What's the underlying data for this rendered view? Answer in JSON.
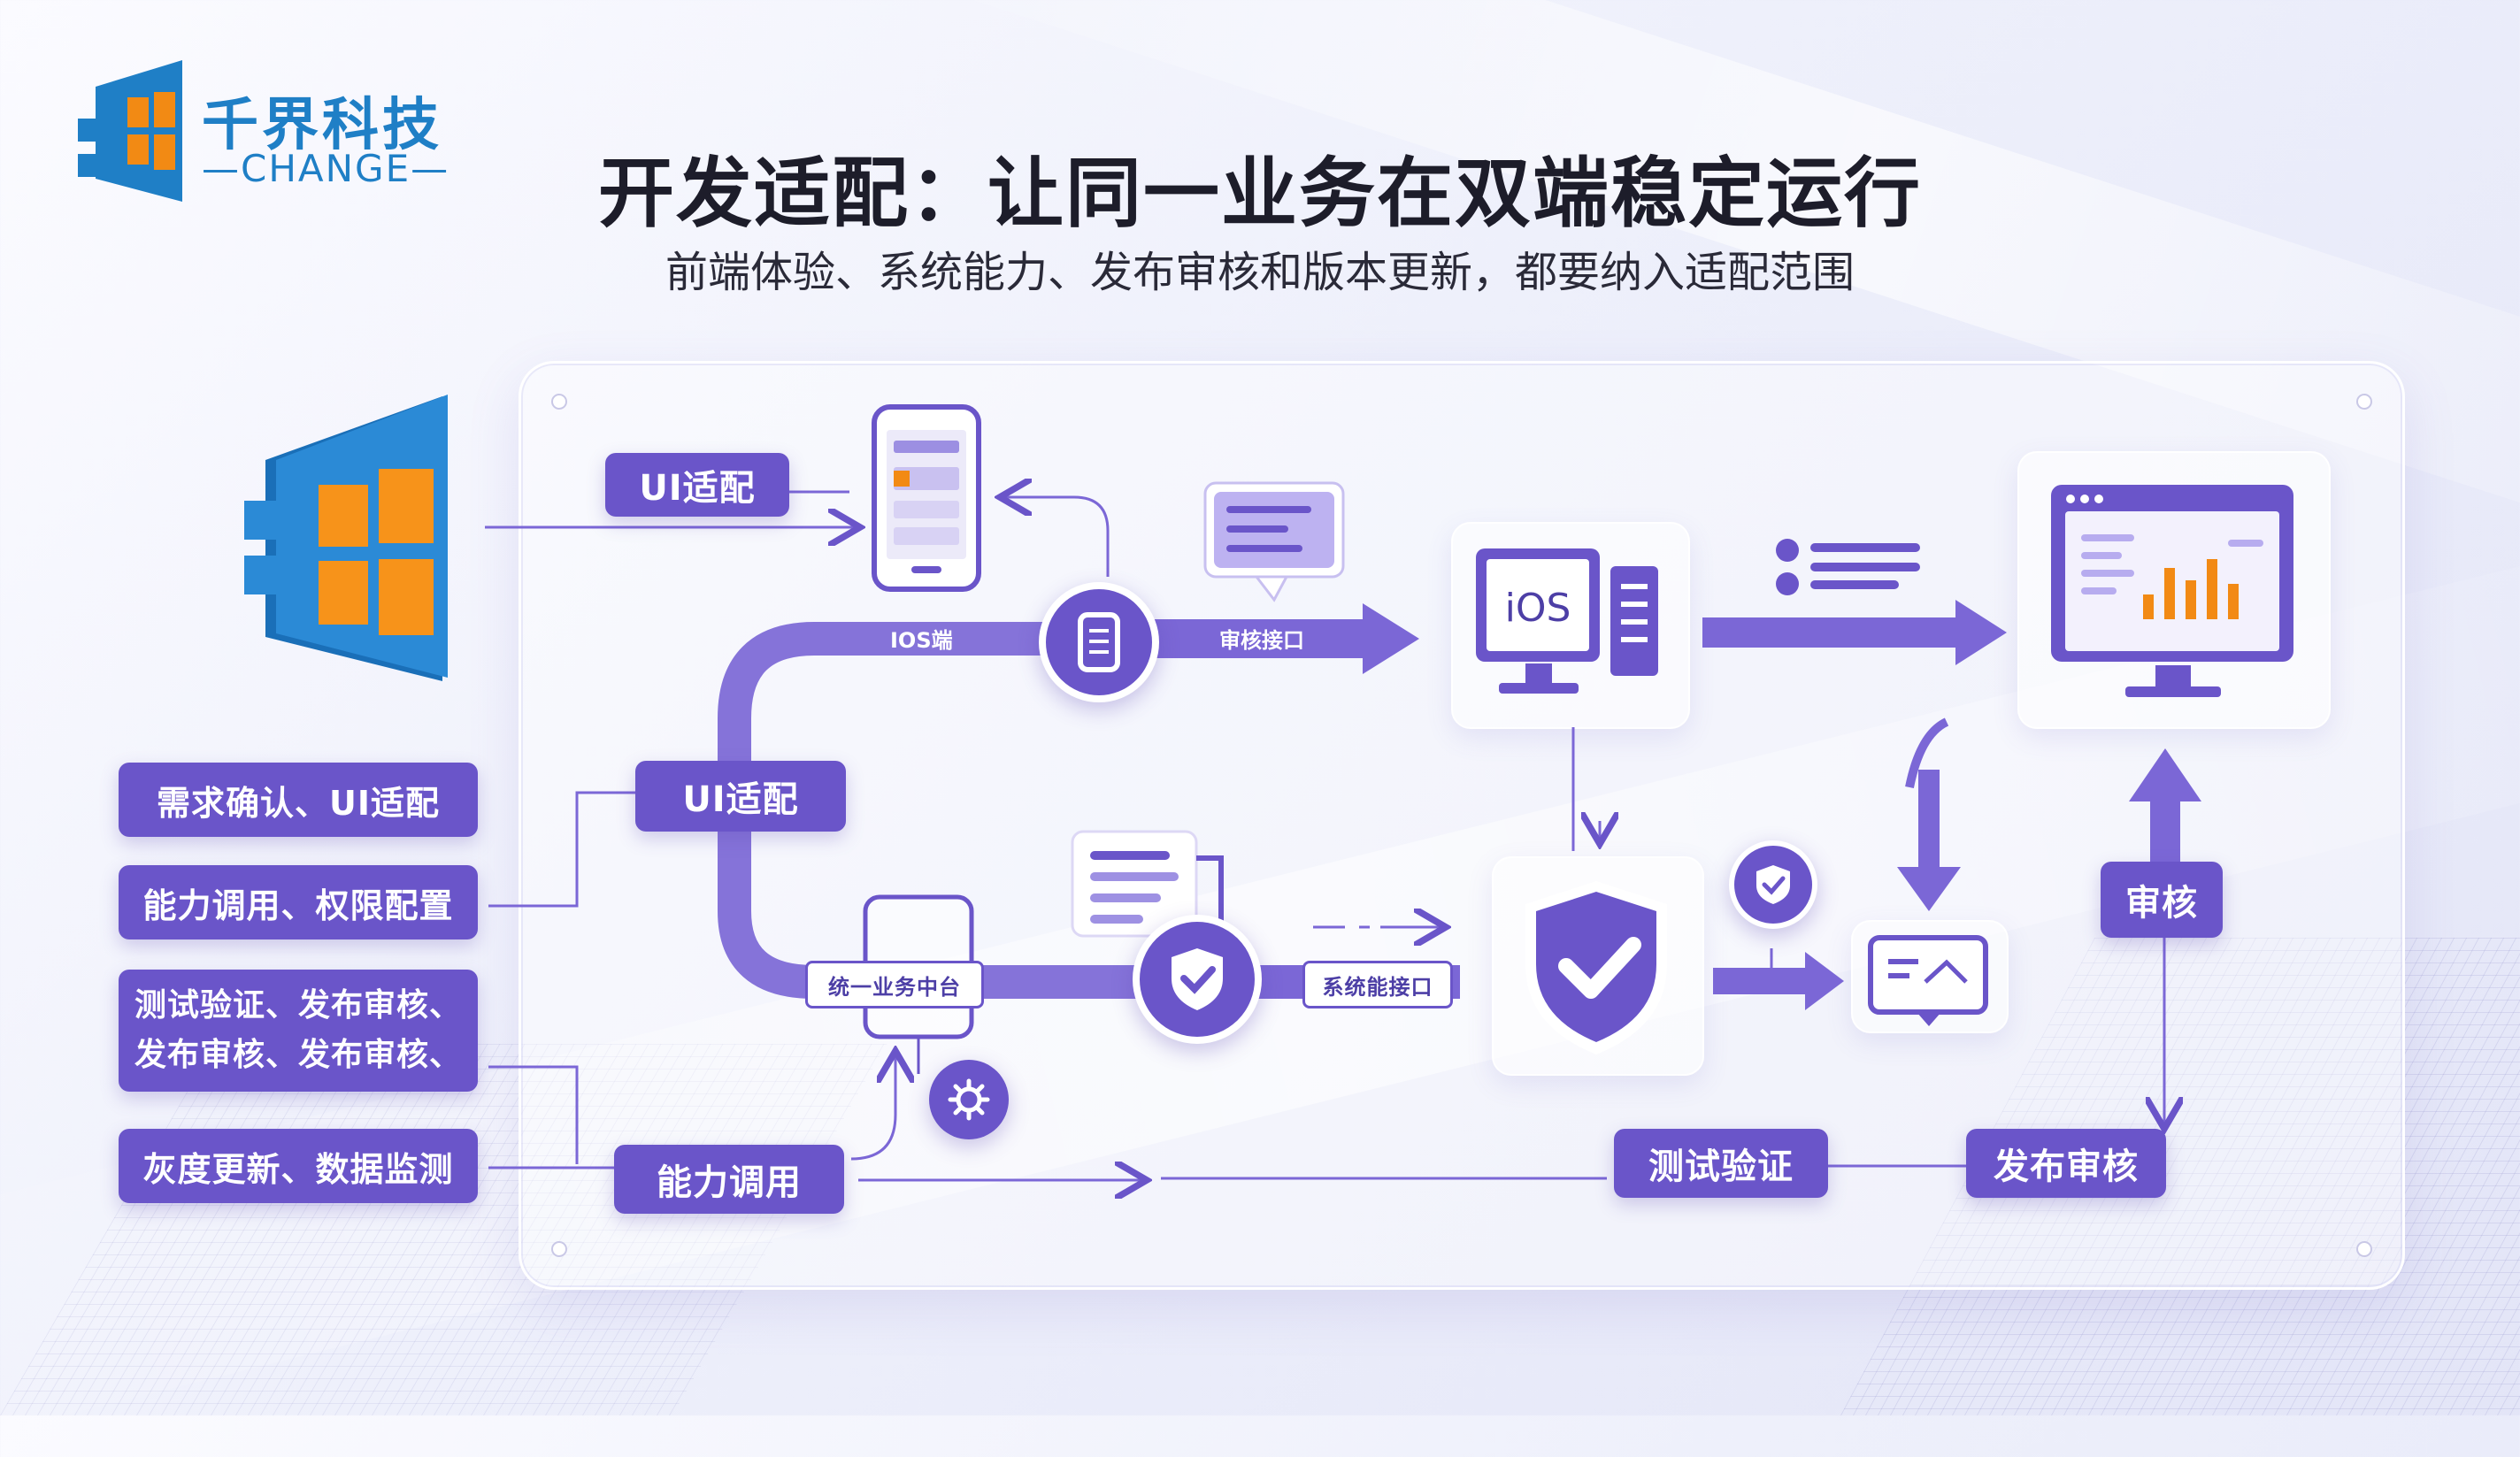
{
  "brand": {
    "name": "千界科技",
    "sub": "CHANGE",
    "colors": {
      "blue": "#1f7fc6",
      "orange": "#f28a14",
      "purple": "#6a55c9"
    }
  },
  "title": "开发适配：让同一业务在双端稳定运行",
  "subtitle": "前端体验、系统能力、发布审核和版本更新，都要纳入适配范围",
  "left_steps": [
    {
      "label": "需求确认、UI适配"
    },
    {
      "label": "能力调用、权限配置"
    },
    {
      "line1": "测试验证、发布审核、",
      "line2": "发布审核、发布审核、"
    },
    {
      "label": "灰度更新、数据监测"
    }
  ],
  "diagram": {
    "ui_adapt_top": "UI适配",
    "ui_adapt_mid": "UI适配",
    "ios_end": "IOS端",
    "review_interface": "审核接口",
    "ios_screen": "iOS",
    "unified_platform": "统一业务中台",
    "system_interface": "系统能接口",
    "capability_call": "能力调用",
    "test_verify": "测试验证",
    "release_review": "发布审核",
    "review": "审核"
  },
  "icons": [
    "brand-logo-icon",
    "large-brand-emblem-icon",
    "phone-icon",
    "message-bubble-icon",
    "ios-computer-icon",
    "list-icon",
    "dashboard-monitor-icon",
    "phone-outline-icon",
    "shield-check-icon",
    "check-badge-icon",
    "document-icon",
    "gear-icon",
    "image-card-icon"
  ]
}
